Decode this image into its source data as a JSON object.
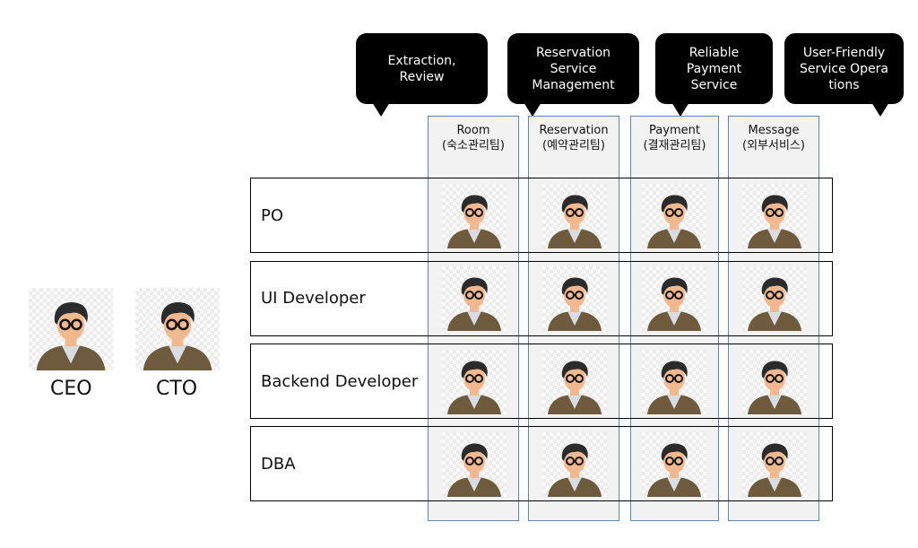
{
  "bubbles": [
    {
      "text": "Extraction,\nReview"
    },
    {
      "text": "Reservation\nService\nManagement"
    },
    {
      "text": "Reliable\nPayment\nService"
    },
    {
      "text": "User-Friendly\nService Opera\ntions"
    }
  ],
  "columns": [
    {
      "header": "Room\n(숙소관리팀)"
    },
    {
      "header": "Reservation\n(예약관리팀)"
    },
    {
      "header": "Payment\n(결재관리팀)"
    },
    {
      "header": "Message\n(외부서비스)"
    }
  ],
  "roles": [
    {
      "label": "PO"
    },
    {
      "label": "UI Developer"
    },
    {
      "label": "Backend Developer"
    },
    {
      "label": "DBA"
    }
  ],
  "executives": [
    {
      "label": "CEO"
    },
    {
      "label": "CTO"
    }
  ],
  "icon": "person-avatar-icon",
  "colors": {
    "column_border": "#5b87b6",
    "column_fill": "#f2f2f2",
    "bubble": "#000000",
    "jacket": "#6e5a3c",
    "skin": "#f2b98f",
    "hair": "#2b2b2b"
  }
}
